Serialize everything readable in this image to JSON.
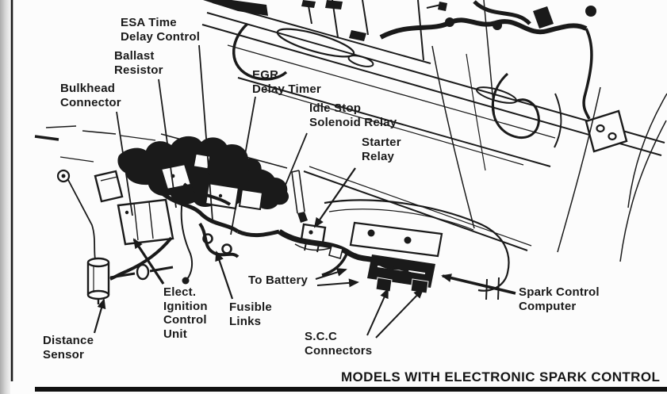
{
  "figure": {
    "caption": "MODELS WITH ELECTRONIC SPARK CONTROL"
  },
  "colors": {
    "ink": "#1a1a1a",
    "paper": "#fcfcfc",
    "edge_shadow": "#ababab"
  },
  "labels": {
    "esa_time_delay_control": {
      "lines": [
        "ESA Time",
        "Delay Control"
      ]
    },
    "ballast_resistor": {
      "lines": [
        "Ballast",
        "Resistor"
      ]
    },
    "bulkhead_connector": {
      "lines": [
        "Bulkhead",
        "Connector"
      ]
    },
    "egr_delay_timer": {
      "lines": [
        "EGR",
        "Delay Timer"
      ]
    },
    "idle_stop_solenoid_relay": {
      "lines": [
        "Idle Stop",
        "Solenoid Relay"
      ]
    },
    "starter_relay": {
      "lines": [
        "Starter",
        "Relay"
      ]
    },
    "to_battery": {
      "lines": [
        "To Battery"
      ]
    },
    "spark_control_computer": {
      "lines": [
        "Spark Control",
        "Computer"
      ]
    },
    "elect_ignition_control_unit": {
      "lines": [
        "Elect.",
        "Ignition",
        "Control",
        "Unit"
      ]
    },
    "fusible_links": {
      "lines": [
        "Fusible",
        "Links"
      ]
    },
    "scc_connectors": {
      "lines": [
        "S.C.C",
        "Connectors"
      ]
    },
    "distance_sensor": {
      "lines": [
        "Distance",
        "Sensor"
      ]
    }
  }
}
